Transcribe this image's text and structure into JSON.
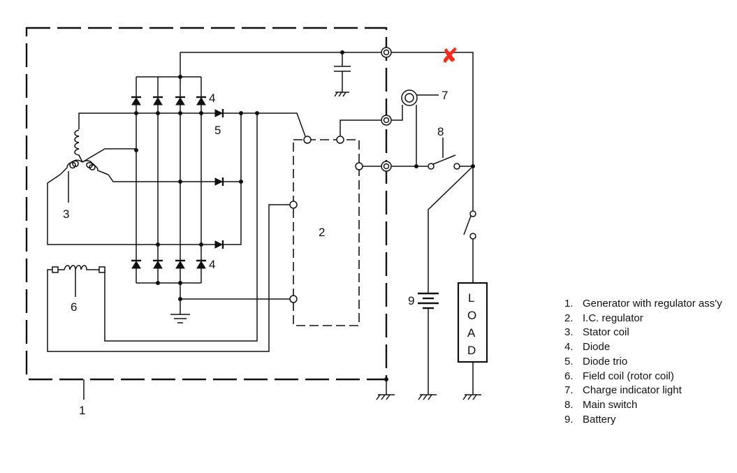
{
  "diagram": {
    "labels": {
      "generator": "1",
      "regulator": "2",
      "stator": "3",
      "diode_top": "4",
      "diode_bottom": "4",
      "diode_trio": "5",
      "field_coil": "6",
      "indicator": "7",
      "main_switch": "8",
      "battery": "9"
    },
    "load_letters": [
      "L",
      "O",
      "A",
      "D"
    ],
    "fault_mark": {
      "glyph": "✘",
      "color": "#ff2a1a"
    }
  },
  "legend": [
    {
      "num": "1.",
      "text": "Generator with regulator ass'y"
    },
    {
      "num": "2.",
      "text": "I.C. regulator"
    },
    {
      "num": "3.",
      "text": "Stator coil"
    },
    {
      "num": "4.",
      "text": "Diode"
    },
    {
      "num": "5.",
      "text": "Diode trio"
    },
    {
      "num": "6.",
      "text": "Field coil (rotor coil)"
    },
    {
      "num": "7.",
      "text": "Charge indicator light"
    },
    {
      "num": "8.",
      "text": "Main switch"
    },
    {
      "num": "9.",
      "text": "Battery"
    }
  ]
}
